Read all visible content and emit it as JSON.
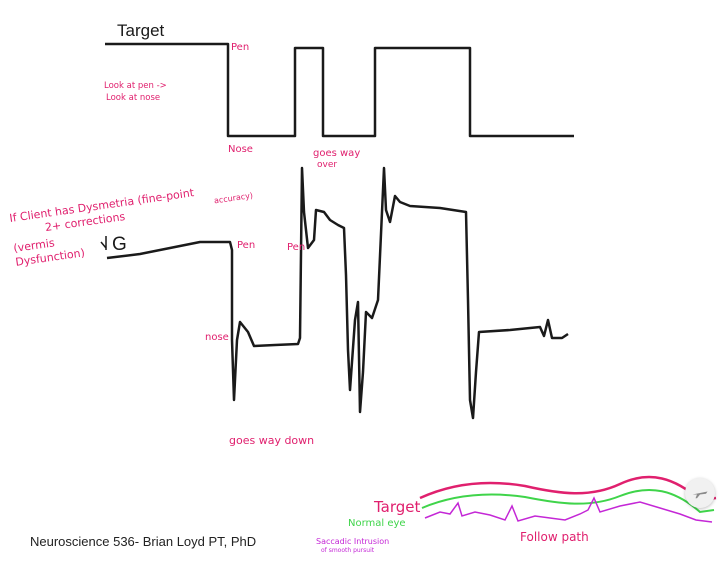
{
  "labels": {
    "target_top": "Target",
    "pen_top": "Pen",
    "look_line1": "Look at pen ->",
    "look_line2": "Look at nose",
    "nose_top": "Nose",
    "goes_way": "goes way",
    "over": "over",
    "dysmetria_line1": "If Client has Dysmetria (fine-point",
    "dysmetria_line2": "accuracy)",
    "corrections": "2+ corrections",
    "vermis": "(vermis",
    "dysfunction": "Dysfunction)",
    "g_label": "G",
    "pen_g1": "Pen",
    "pen_g2": "Pen",
    "nose_g": "nose",
    "goes_way_down": "goes way down",
    "legend_target": "Target",
    "legend_normal": "Normal eye",
    "legend_saccadic1": "Saccadic Intrusion",
    "legend_saccadic2": "of smooth pursuit",
    "follow_path": "Follow path"
  },
  "caption": "Neuroscience 536- Brian Loyd PT, PhD",
  "colors": {
    "ink": "#1a1a1a",
    "pink": "#e0206e",
    "green": "#3fd44a",
    "magenta": "#c427d6"
  },
  "icons": {
    "nav": "airplane-icon"
  }
}
